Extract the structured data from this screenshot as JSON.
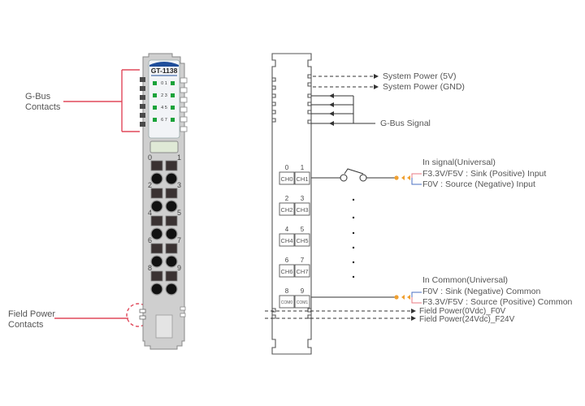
{
  "left_module": {
    "model": "GT-1138",
    "led_labels": [
      "0 1",
      "2 3",
      "4 5",
      "6 7"
    ],
    "terminal_numbers": [
      "0",
      "1",
      "2",
      "3",
      "4",
      "5",
      "6",
      "7",
      "8",
      "9"
    ],
    "callouts": {
      "gbus": [
        "G-Bus",
        "Contacts"
      ],
      "field_power": [
        "Field Power",
        "Contacts"
      ]
    },
    "colors": {
      "callout_line": "#e0485a",
      "led": "#1aa33a",
      "header": "#1f4e9a",
      "body": "#c9c9c9"
    }
  },
  "schematic": {
    "channels": [
      {
        "num": "0",
        "label": "CH0"
      },
      {
        "num": "1",
        "label": "CH1"
      },
      {
        "num": "2",
        "label": "CH2"
      },
      {
        "num": "3",
        "label": "CH3"
      },
      {
        "num": "4",
        "label": "CH4"
      },
      {
        "num": "5",
        "label": "CH5"
      },
      {
        "num": "6",
        "label": "CH6"
      },
      {
        "num": "7",
        "label": "CH7"
      },
      {
        "num": "8",
        "label": "COM0"
      },
      {
        "num": "9",
        "label": "COM1"
      }
    ],
    "system_power": [
      "System Power (5V)",
      "System Power (GND)"
    ],
    "gbus_signal": "G-Bus Signal",
    "input_signal": {
      "title": "In signal(Universal)",
      "lines": [
        "F3.3V/F5V : Sink (Positive) Input",
        "F0V : Source (Negative) Input"
      ]
    },
    "common": {
      "title": "In Common(Universal)",
      "lines": [
        "F0V : Sink (Negative) Common",
        "F3.3V/F5V : Source (Positive) Common"
      ]
    },
    "field_power": [
      "Field Power(0Vdc)_F0V",
      "Field Power(24Vdc)_F24V"
    ],
    "colors": {
      "arrow": "#f0a030",
      "positive": "#e87a80",
      "negative": "#4a6fc0"
    }
  }
}
